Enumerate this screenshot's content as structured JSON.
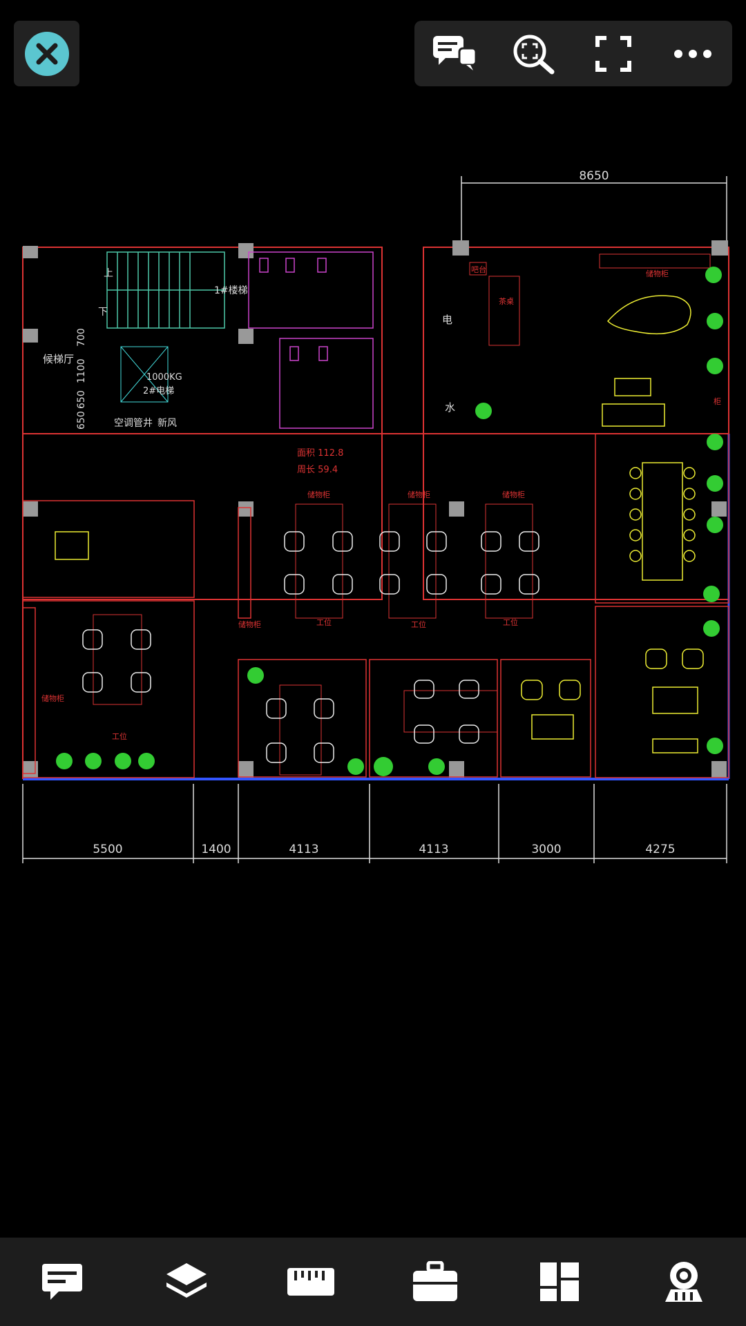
{
  "toolbar": {
    "close_icon": "close-icon",
    "comments_icon": "comments-icon",
    "zoom_extents_icon": "zoom-extents-icon",
    "fullscreen_icon": "fullscreen-icon",
    "more_icon": "more-icon"
  },
  "drawing": {
    "top_dimension": "8650",
    "bottom_dimensions": [
      "5500",
      "1400",
      "4113",
      "4113",
      "3000",
      "4275"
    ],
    "left_dimensions": [
      "700",
      "1100",
      "650",
      "650"
    ],
    "rooms": {
      "stair_up": "上",
      "stair_down": "下",
      "stair_label": "1#楼梯",
      "waiting_hall": "候梯厅",
      "elevator": "1000KG",
      "elevator_name": "2#电梯",
      "ac_shaft": "空调管井",
      "fresh_air": "新风",
      "electric": "电",
      "water": "水",
      "bar": "吧台",
      "tea_table": "茶桌",
      "storage_top": "储物柜",
      "area_label": "面积",
      "area_value": "112.8",
      "perimeter_label": "周长",
      "perimeter_value": "59.4",
      "storage": "储物柜",
      "workstation": "工位",
      "side_cabinet": "柜"
    }
  },
  "bottom_bar": {
    "annotation_icon": "annotation-icon",
    "layers_icon": "layers-icon",
    "measure_icon": "measure-icon",
    "toolbox_icon": "toolbox-icon",
    "layout_icon": "layout-icon",
    "viewer_icon": "viewer-icon"
  }
}
